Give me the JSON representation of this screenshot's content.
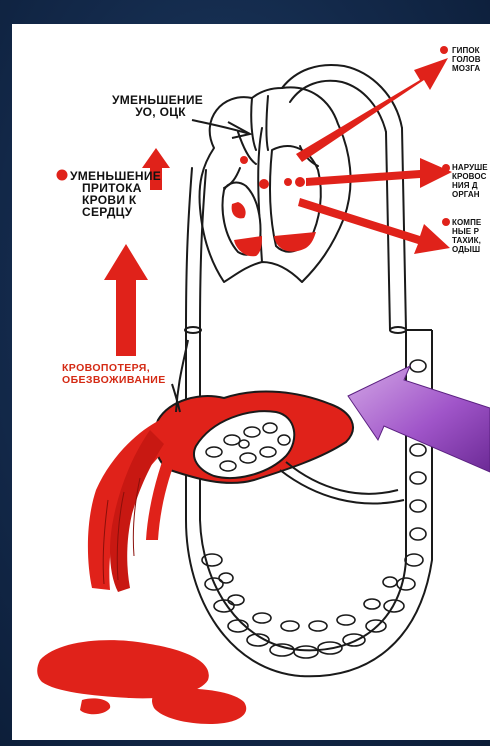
{
  "labels": {
    "reduced_stroke_volume": [
      "УМЕНЬШЕНИЕ",
      "УО, ОЦК"
    ],
    "reduced_inflow": [
      "УМЕНЬШЕНИЕ",
      "ПРИТОКА",
      "КРОВИ К",
      "СЕРДЦУ"
    ],
    "hypoxia": [
      "ГИПОК",
      "ГОЛОВ",
      "МОЗГА"
    ],
    "disorder": [
      "НАРУШЕ",
      "КРОВОС",
      "НИЯ Д",
      "ОРГАН"
    ],
    "compensation": [
      "КОМПЕ",
      "НЫЕ Р",
      "ТАХИК,",
      "ОДЫШ"
    ],
    "blood_loss": [
      "КРОВОПОТЕРЯ,",
      "ОБЕЗВОЖИВАНИЕ"
    ]
  },
  "colors": {
    "slide_background": "#13294a",
    "panel_background": "#ffffff",
    "blood_red": "#e0221a",
    "pointer_arrow": "#8e3cb8",
    "label_red": "#d42a14"
  }
}
